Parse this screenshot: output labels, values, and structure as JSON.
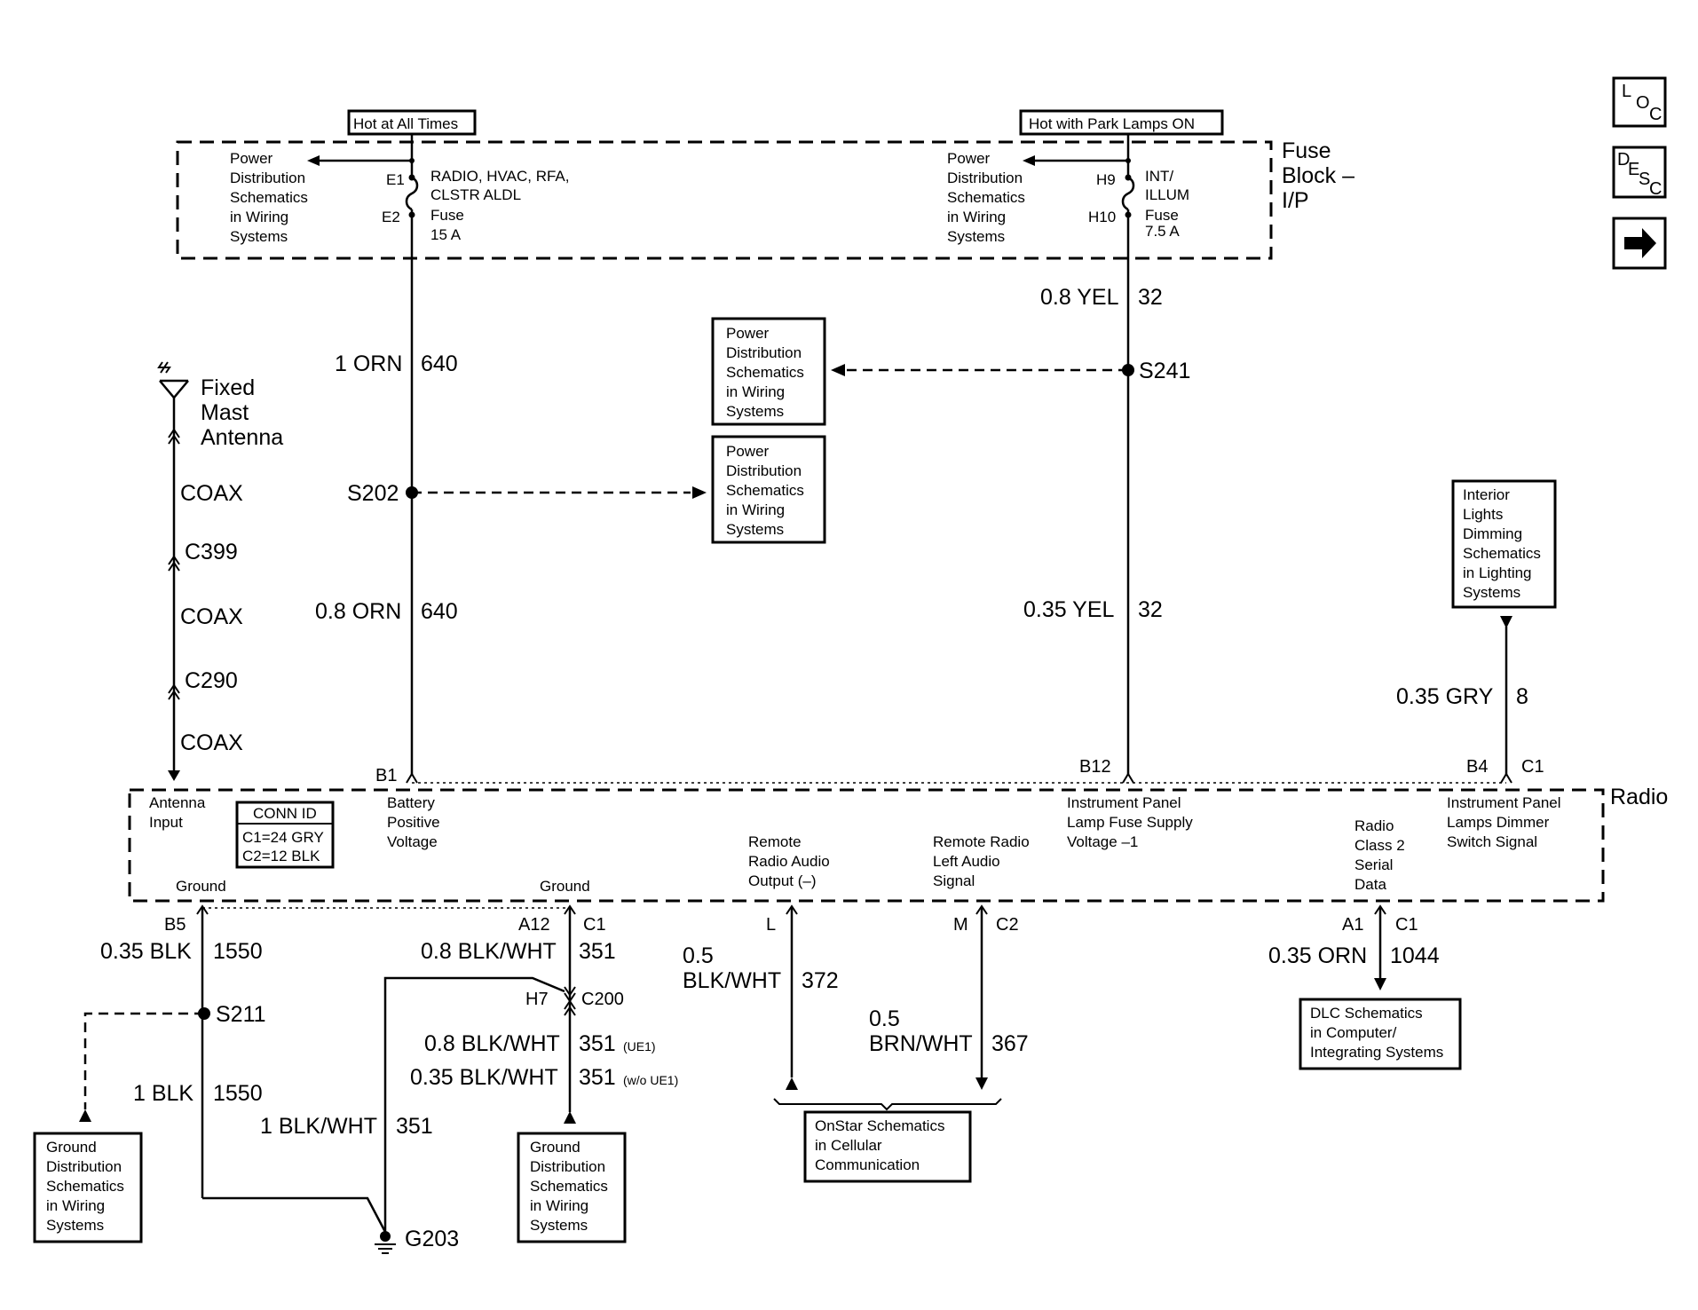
{
  "headers": {
    "hot_at_all_times": "Hot at All Times",
    "hot_with_park_lamps": "Hot with Park Lamps ON"
  },
  "fuse_block": {
    "label": [
      "Fuse",
      "Block –",
      "I/P"
    ],
    "left_ref": [
      "Power",
      "Distribution",
      "Schematics",
      "in Wiring",
      "Systems"
    ],
    "right_ref": [
      "Power",
      "Distribution",
      "Schematics",
      "in Wiring",
      "Systems"
    ],
    "fuse_radio": {
      "terminal_in": "E1",
      "terminal_out": "E2",
      "text": [
        "RADIO, HVAC, RFA,",
        "CLSTR ALDL",
        "Fuse",
        "15 A"
      ]
    },
    "fuse_illum": {
      "terminal_in": "H9",
      "terminal_out": "H10",
      "text": [
        "INT/",
        "ILLUM",
        "Fuse",
        "7.5 A"
      ]
    }
  },
  "side_icons": {
    "loc": [
      "L",
      "O",
      "C"
    ],
    "desc": [
      "D",
      "E",
      "S",
      "C"
    ],
    "next_arrow": "arrow-right-icon"
  },
  "wires": {
    "orn_upper": {
      "size_color": "1 ORN",
      "circuit": "640"
    },
    "orn_lower": {
      "size_color": "0.8 ORN",
      "circuit": "640"
    },
    "yel_upper": {
      "size_color": "0.8 YEL",
      "circuit": "32"
    },
    "yel_lower": {
      "size_color": "0.35 YEL",
      "circuit": "32"
    },
    "gry": {
      "size_color": "0.35 GRY",
      "circuit": "8"
    },
    "blk_b5": {
      "size_color": "0.35 BLK",
      "circuit": "1550"
    },
    "blk_s211": {
      "size_color": "1 BLK",
      "circuit": "1550"
    },
    "blkwht_a12": {
      "size_color": "0.8 BLK/WHT",
      "circuit": "351"
    },
    "blkwht_ue1": {
      "size_color": "0.8 BLK/WHT",
      "circuit": "351",
      "option": "(UE1)"
    },
    "blkwht_wo_ue1": {
      "size_color": "0.35 BLK/WHT",
      "circuit": "351",
      "option": "(w/o UE1)"
    },
    "blkwht_g203": {
      "size_color": "1 BLK/WHT",
      "circuit": "351"
    },
    "blkwht_372": {
      "size_line1": "0.5",
      "size_line2": "BLK/WHT",
      "circuit": "372"
    },
    "brnwht_367": {
      "size_line1": "0.5",
      "size_line2": "BRN/WHT",
      "circuit": "367"
    },
    "orn_1044": {
      "size_color": "0.35 ORN",
      "circuit": "1044"
    }
  },
  "splices": {
    "s202": "S202",
    "s241": "S241",
    "s211": "S211"
  },
  "ref_boxes": {
    "pd_upper": [
      "Power",
      "Distribution",
      "Schematics",
      "in Wiring",
      "Systems"
    ],
    "pd_lower": [
      "Power",
      "Distribution",
      "Schematics",
      "in Wiring",
      "Systems"
    ],
    "interior_lights": [
      "Interior",
      "Lights",
      "Dimming",
      "Schematics",
      "in Lighting",
      "Systems"
    ],
    "ground_left": [
      "Ground",
      "Distribution",
      "Schematics",
      "in Wiring",
      "Systems"
    ],
    "ground_mid": [
      "Ground",
      "Distribution",
      "Schematics",
      "in Wiring",
      "Systems"
    ],
    "onstar": [
      "OnStar Schematics",
      "in Cellular",
      "Communication"
    ],
    "dlc": [
      "DLC Schematics",
      "in Computer/",
      "Integrating Systems"
    ]
  },
  "antenna": {
    "label": [
      "Fixed",
      "Mast",
      "Antenna"
    ],
    "coax1": "COAX",
    "c399": "C399",
    "coax2": "COAX",
    "c290": "C290",
    "coax3": "COAX"
  },
  "radio": {
    "label": "Radio",
    "conn_id_title": "CONN ID",
    "conn_id_c1": "C1=24 GRY",
    "conn_id_c2": "C2=12 BLK",
    "antenna_input": [
      "Antenna",
      "Input"
    ],
    "battery": [
      "Battery",
      "Positive",
      "Voltage"
    ],
    "ip_lamp_fuse": [
      "Instrument Panel",
      "Lamp Fuse Supply",
      "Voltage –1"
    ],
    "ip_dimmer": [
      "Instrument Panel",
      "Lamps Dimmer",
      "Switch Signal"
    ],
    "remote_audio_out": [
      "Remote",
      "Radio Audio",
      "Output (–)"
    ],
    "remote_left_audio": [
      "Remote Radio",
      "Left Audio",
      "Signal"
    ],
    "class2": [
      "Radio",
      "Class 2",
      "Serial",
      "Data"
    ],
    "ground1": "Ground",
    "ground2": "Ground"
  },
  "pins": {
    "b1": "B1",
    "b12": "B12",
    "b4": "B4",
    "c1_top": "C1",
    "b5": "B5",
    "a12": "A12",
    "c1_a12": "C1",
    "l": "L",
    "m": "M",
    "c2": "C2",
    "a1": "A1",
    "c1_a1": "C1",
    "h7": "H7",
    "c200": "C200"
  },
  "grounds": {
    "g203": "G203"
  }
}
